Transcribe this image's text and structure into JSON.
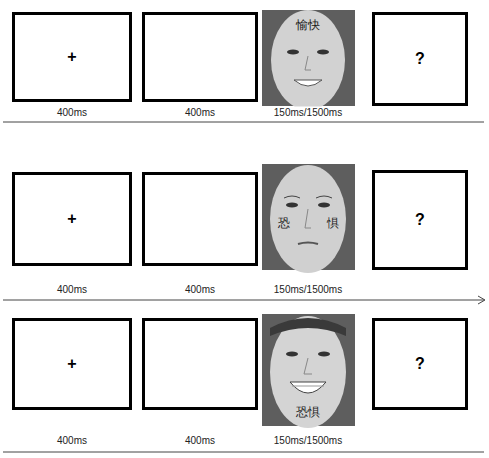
{
  "diagram": {
    "nodes": [
      {
        "text": [
          "+",
          "400ms"
        ]
      },
      {
        "text": [
          "400ms"
        ]
      },
      {
        "text": [
          "愉快",
          "150ms/1500ms"
        ]
      },
      {
        "text": [
          "?"
        ]
      },
      {
        "text": [
          "+",
          "400ms"
        ]
      },
      {
        "text": [
          "400ms"
        ]
      },
      {
        "text": [
          "恐",
          "惧",
          "150ms/1500ms"
        ]
      },
      {
        "text": [
          "?"
        ]
      },
      {
        "text": [
          "+",
          "400ms"
        ]
      },
      {
        "text": [
          "400ms"
        ]
      },
      {
        "text": [
          "恐惧",
          "150ms/1500ms"
        ]
      },
      {
        "text": [
          "?"
        ]
      }
    ]
  }
}
